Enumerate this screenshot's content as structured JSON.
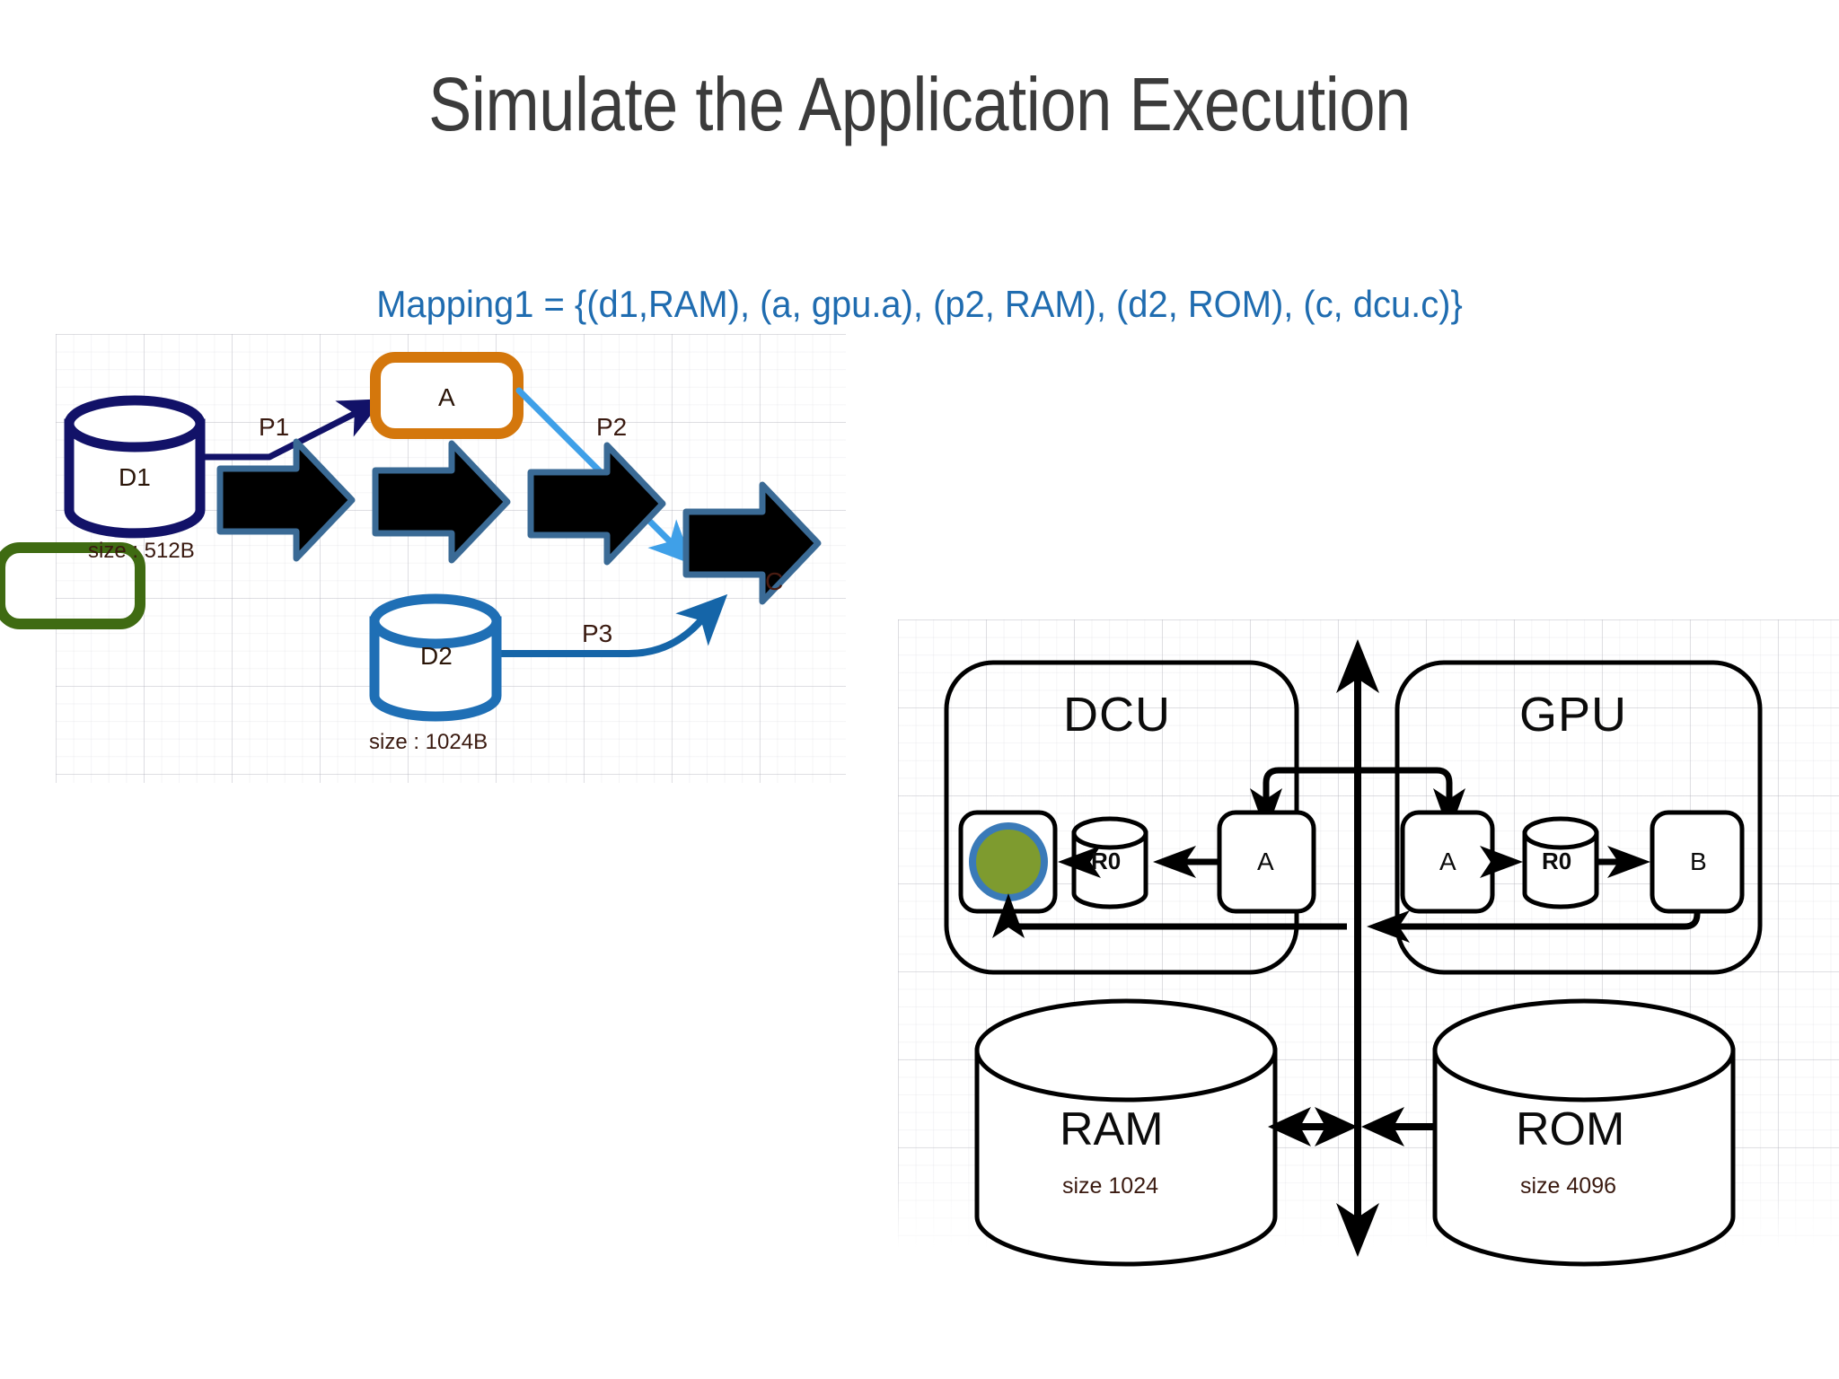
{
  "slide": {
    "title": "Simulate the Application Execution",
    "mapping_text": "Mapping1 = {(d1,RAM), (a, gpu.a), (p2, RAM), (d2, ROM), (c, dcu.c)}"
  },
  "colors": {
    "title": "#3b3b3b",
    "mapping": "#1f6cb0",
    "d1_navy": "#121268",
    "d2_blue": "#1f6fb5",
    "box_a_orange": "#d4770c",
    "box_c_green": "#3f6b12",
    "arrow_fill": "#000000",
    "arrow_outline": "#3a6a95",
    "p2_lightblue": "#3fa0e8",
    "p3_blue": "#1565a8",
    "circle_green": "#7e9b2f",
    "circle_ring": "#3a7ab8",
    "stroke_black": "#000000"
  },
  "app_graph": {
    "nodes": [
      {
        "id": "d1",
        "label": "D1",
        "size_label": "size : 512B",
        "shape": "cylinder",
        "color": "#121268"
      },
      {
        "id": "d2",
        "label": "D2",
        "size_label": "size : 1024B",
        "shape": "cylinder",
        "color": "#1f6fb5"
      },
      {
        "id": "a",
        "label": "A",
        "shape": "rounded-rect",
        "color": "#d4770c"
      },
      {
        "id": "c",
        "label": "C",
        "shape": "rounded-rect",
        "color": "#3f6b12"
      }
    ],
    "edges": [
      {
        "id": "p1",
        "label": "P1",
        "from": "d1",
        "to": "a",
        "color": "#121268"
      },
      {
        "id": "p2",
        "label": "P2",
        "from": "a",
        "to": "c",
        "color": "#3fa0e8"
      },
      {
        "id": "p3",
        "label": "P3",
        "from": "d2",
        "to": "c",
        "color": "#1565a8"
      }
    ],
    "execution_arrows_count": 4
  },
  "platform": {
    "units": [
      {
        "id": "dcu",
        "label": "DCU",
        "elements": [
          {
            "id": "dcu-c",
            "label": "",
            "kind": "indicator-box",
            "indicator": "green-circle"
          },
          {
            "id": "dcu-r0",
            "label": "R0",
            "kind": "register-cylinder"
          },
          {
            "id": "dcu-a",
            "label": "A",
            "kind": "task-box"
          }
        ]
      },
      {
        "id": "gpu",
        "label": "GPU",
        "elements": [
          {
            "id": "gpu-a",
            "label": "A",
            "kind": "task-box"
          },
          {
            "id": "gpu-r0",
            "label": "R0",
            "kind": "register-cylinder"
          },
          {
            "id": "gpu-b",
            "label": "B",
            "kind": "task-box"
          }
        ]
      }
    ],
    "memories": [
      {
        "id": "ram",
        "label": "RAM",
        "size_label": "size 1024"
      },
      {
        "id": "rom",
        "label": "ROM",
        "size_label": "size 4096"
      }
    ],
    "bus": {
      "id": "system-bus",
      "orientation": "vertical",
      "arrowheads": "both-ends"
    }
  }
}
